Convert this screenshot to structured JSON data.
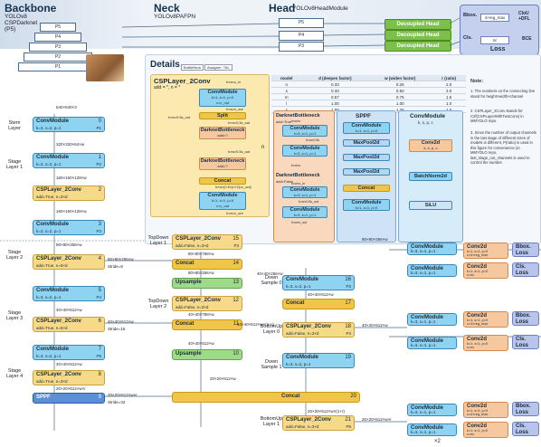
{
  "header": {
    "backbone": {
      "title": "Backbone",
      "sub1": "YOLOv8",
      "sub2": "CSPDarknet",
      "sub3": "(P5)"
    },
    "neck": {
      "title": "Neck",
      "sub": "YOLOv8PAFPN"
    },
    "head": {
      "title": "Head",
      "sub": "YOLOv8HeadModule"
    },
    "pyramid": [
      "P5",
      "P4",
      "P3",
      "P2",
      "P1"
    ],
    "neck_stack": [
      "P5",
      "P4",
      "P3"
    ],
    "decoupled": [
      "Decoupled Head",
      "Decoupled Head",
      "Decoupled Head"
    ],
    "loss": {
      "bbox": "Bbox.",
      "cls": "Cls.",
      "ciou": "CIoU\n+DFL",
      "bce": "BCE",
      "reg": "4×reg_max",
      "nc": "nc",
      "title": "Loss"
    }
  },
  "backbone": {
    "input": "640×640×3",
    "stem_label": "Stem\nLayer",
    "stage1_label": "Stage\nLayer 1",
    "stage2_label": "Stage\nLayer 2",
    "stage3_label": "Stage\nLayer 3",
    "stage4_label": "Stage\nLayer 4",
    "blocks": [
      {
        "name": "ConvModule",
        "params": "k=3, s=2, p=1",
        "idx": "0",
        "p": "P1"
      },
      {
        "name": "ConvModule",
        "params": "k=3, s=2, p=1",
        "idx": "1",
        "p": "P2"
      },
      {
        "name": "CSPLayer_2Conv",
        "params": "add=True, n=3×d",
        "idx": "2",
        "p": ""
      },
      {
        "name": "ConvModule",
        "params": "k=3, s=2, p=1",
        "idx": "3",
        "p": "P3"
      },
      {
        "name": "CSPLayer_2Conv",
        "params": "add=True, n=6×d",
        "idx": "4",
        "p": ""
      },
      {
        "name": "ConvModule",
        "params": "k=3, s=2, p=1",
        "idx": "5",
        "p": "P4"
      },
      {
        "name": "CSPLayer_2Conv",
        "params": "add=True, n=6×d",
        "idx": "6",
        "p": ""
      },
      {
        "name": "ConvModule",
        "params": "k=3, s=2, p=1",
        "idx": "7",
        "p": "P5"
      },
      {
        "name": "CSPLayer_2Conv",
        "params": "add=True, n=3×d",
        "idx": "8",
        "p": ""
      },
      {
        "name": "SPPF",
        "params": "",
        "idx": "9",
        "p": ""
      }
    ],
    "sizes": [
      "320×320×64×w",
      "160×160×128×w",
      "160×160×128×w",
      "80×80×256×w",
      "40×40×512×w",
      "40×40×512×w",
      "20×20×512×w×r"
    ],
    "stride8": "Stride=8",
    "stride16": "Stride=16",
    "stride32": "Stride=32",
    "out_p3": "80×80×256×w",
    "out_p4": "40×40×512×w",
    "out_p5": "20×20×512×w×r"
  },
  "details": {
    "title": "Details",
    "tags": [
      "BottleNeck",
      "Assigner: TAL"
    ],
    "csp": {
      "title": "CSPLayer_2Conv",
      "sub": "add = *, n = *",
      "conv1": "ConvModule",
      "conv1p": "k=1, s=1, p=0\nc=c_out",
      "split": "Split",
      "db1": "DarknetBottleneck",
      "db1p": "add=?",
      "dbn": "DarknetBottleneck",
      "dbnp": "add=?",
      "concat": "Concat",
      "concatp": "h×w×(0.5×(n+2)×c_out)",
      "conv2": "ConvModule",
      "conv2p": "k=1, s=1, p=0\nc=c_out",
      "n": "n",
      "lbl1": "h×w×c_in",
      "lbl2": "h×w×c_out",
      "lbl3": "h×w×0.5c_out",
      "lbl4": "h×w×0.5c_out",
      "lbl5": "h×w×0.5c_out",
      "lbl6": "h×w×c_out"
    },
    "dark1": {
      "title": "DarknetBottleneck",
      "sub": "add=True",
      "conv1": "ConvModule",
      "p1": "k=3, s=1, p=1",
      "conv2": "ConvModule",
      "p2": "k=3, s=1, p=1",
      "lbl1": "h×w×c",
      "lbl2": "h×w×0.5c",
      "lbl3": "h×w×c"
    },
    "dark2": {
      "title": "DarknetBottleneck",
      "sub": "add=False",
      "conv1": "ConvModule",
      "p1": "k=3, s=1, p=1",
      "conv2": "ConvModule",
      "p2": "k=3, s=1, p=1",
      "lbl1": "h×w×c_in",
      "lbl2": "h×w×0.5c_out",
      "lbl3": "h×w×c_out"
    },
    "sppf": {
      "title": "SPPF",
      "conv1": "ConvModule",
      "p1": "k=1, s=1, p=0",
      "mp": [
        "MaxPool2d",
        "MaxPool2d",
        "MaxPool2d"
      ],
      "concat": "Concat",
      "conv2": "ConvModule",
      "p2": "k=1, s=1, p=0"
    },
    "convmod": {
      "title": "ConvModule",
      "sub": "k, s, p, c",
      "conv": "Conv2d",
      "convp": "k, s, p, c",
      "bn": "BatchNorm2d",
      "act": "SiLU"
    },
    "table": {
      "headers": [
        "model",
        "d (deepen factor)",
        "w (widen factor)",
        "r (ratio)"
      ],
      "rows": [
        [
          "n",
          "0.33",
          "0.25",
          "2.0"
        ],
        [
          "s",
          "0.33",
          "0.50",
          "2.0"
        ],
        [
          "m",
          "0.67",
          "0.75",
          "1.5"
        ],
        [
          "l",
          "1.00",
          "1.00",
          "1.0"
        ],
        [
          "x",
          "1.00",
          "1.25",
          "1.0"
        ]
      ]
    },
    "note": {
      "title": "Note:",
      "n1": "1. The numbers on the connecting line stand for height×width×channel",
      "n2": "2. CSPLayer_2Conv stands for C2f(CSPLayerWithTwoConv) in MMYOLO repo.",
      "n3": "3. Since the number of output channels in the last stage of different sizes of models is different, P(ratio) is used in this figure for convenience (in MMYOLO repo, last_stage_out_channels is used to control the number."
    }
  },
  "neck": {
    "topdown1": "TopDown\nLayer 1",
    "topdown2": "TopDown\nLayer 2",
    "down0": "Down\nSample 0",
    "down1": "Down\nSample 1",
    "bottomup0": "BottomUp\nLayer 0",
    "bottomup1": "BottomUp\nLayer 1",
    "blocks": [
      {
        "name": "CSPLayer_2Conv",
        "params": "add=False, n=3×d",
        "idx": "15",
        "p": "P3"
      },
      {
        "name": "Concat",
        "params": "",
        "idx": "14",
        "p": ""
      },
      {
        "name": "Upsample",
        "params": "",
        "idx": "13",
        "p": ""
      },
      {
        "name": "CSPLayer_2Conv",
        "params": "add=False, n=3×d",
        "idx": "12",
        "p": ""
      },
      {
        "name": "Concat",
        "params": "",
        "idx": "11",
        "p": ""
      },
      {
        "name": "Upsample",
        "params": "",
        "idx": "10",
        "p": ""
      },
      {
        "name": "ConvModule",
        "params": "k=3, s=2, p=1",
        "idx": "16",
        "p": "P3"
      },
      {
        "name": "Concat",
        "params": "",
        "idx": "17",
        "p": ""
      },
      {
        "name": "CSPLayer_2Conv",
        "params": "add=False, n=3×d",
        "idx": "18",
        "p": "P4"
      },
      {
        "name": "ConvModule",
        "params": "k=3, s=2, p=1",
        "idx": "19",
        "p": ""
      },
      {
        "name": "Concat",
        "params": "",
        "idx": "20",
        "p": ""
      },
      {
        "name": "CSPLayer_2Conv",
        "params": "add=False, n=3×d",
        "idx": "21",
        "p": "P5"
      }
    ],
    "sizes": [
      "80×80×768×w",
      "80×80×256×w",
      "40×40×768×w",
      "40×40×512×w",
      "40×40×512×w×(1+r)",
      "40×40×512×w",
      "20×20×512×w",
      "20×20×512×w×(1+r)",
      "40×40×256×w",
      "80×80×256×w",
      "40×40×512×w",
      "20×20×512×w×r"
    ]
  },
  "heads": {
    "rows": [
      {
        "cm1": "ConvModule",
        "cm1p": "k=3, s=1, p=1",
        "cm2": "ConvModule",
        "cm2p": "k=3, s=1, p=1",
        "c2d": "Conv2d",
        "c2dp": "k=1, s=1, p=0\nc=4×reg_max",
        "out": "Bbox.\nLoss"
      },
      {
        "cm1": "ConvModule",
        "cm1p": "k=3, s=1, p=1",
        "cm2": "ConvModule",
        "cm2p": "k=3, s=1, p=1",
        "c2d": "Conv2d",
        "c2dp": "k=1, s=1, p=0\nc=nc",
        "out": "Cls.\nLoss"
      },
      {
        "cm1": "ConvModule",
        "cm1p": "k=3, s=1, p=1",
        "cm2": "ConvModule",
        "cm2p": "k=3, s=1, p=1",
        "c2d": "Conv2d",
        "c2dp": "k=1, s=1, p=0\nc=4×reg_max",
        "out": "Bbox.\nLoss"
      },
      {
        "cm1": "ConvModule",
        "cm1p": "k=3, s=1, p=1",
        "cm2": "ConvModule",
        "cm2p": "k=3, s=1, p=1",
        "c2d": "Conv2d",
        "c2dp": "k=1, s=1, p=0\nc=nc",
        "out": "Cls.\nLoss"
      },
      {
        "cm1": "ConvModule",
        "cm1p": "k=3, s=1, p=1",
        "cm2": "ConvModule",
        "cm2p": "k=3, s=1, p=1",
        "c2d": "Conv2d",
        "c2dp": "k=1, s=1, p=0\nc=4×reg_max",
        "out": "Bbox.\nLoss"
      },
      {
        "cm1": "ConvModule",
        "cm1p": "k=3, s=1, p=1",
        "cm2": "ConvModule",
        "cm2p": "k=3, s=1, p=1",
        "c2d": "Conv2d",
        "c2dp": "k=1, s=1, p=0\nc=nc",
        "out": "Cls.\nLoss"
      }
    ],
    "footer": "×2"
  },
  "colors": {
    "conv": "#8fd3f2",
    "csp": "#f7d98a",
    "concat": "#f0c64a",
    "upsample": "#9fd98a",
    "conv2d": "#f6c8a0",
    "loss": "#b8c4ea",
    "band": "#dbe6f1"
  }
}
